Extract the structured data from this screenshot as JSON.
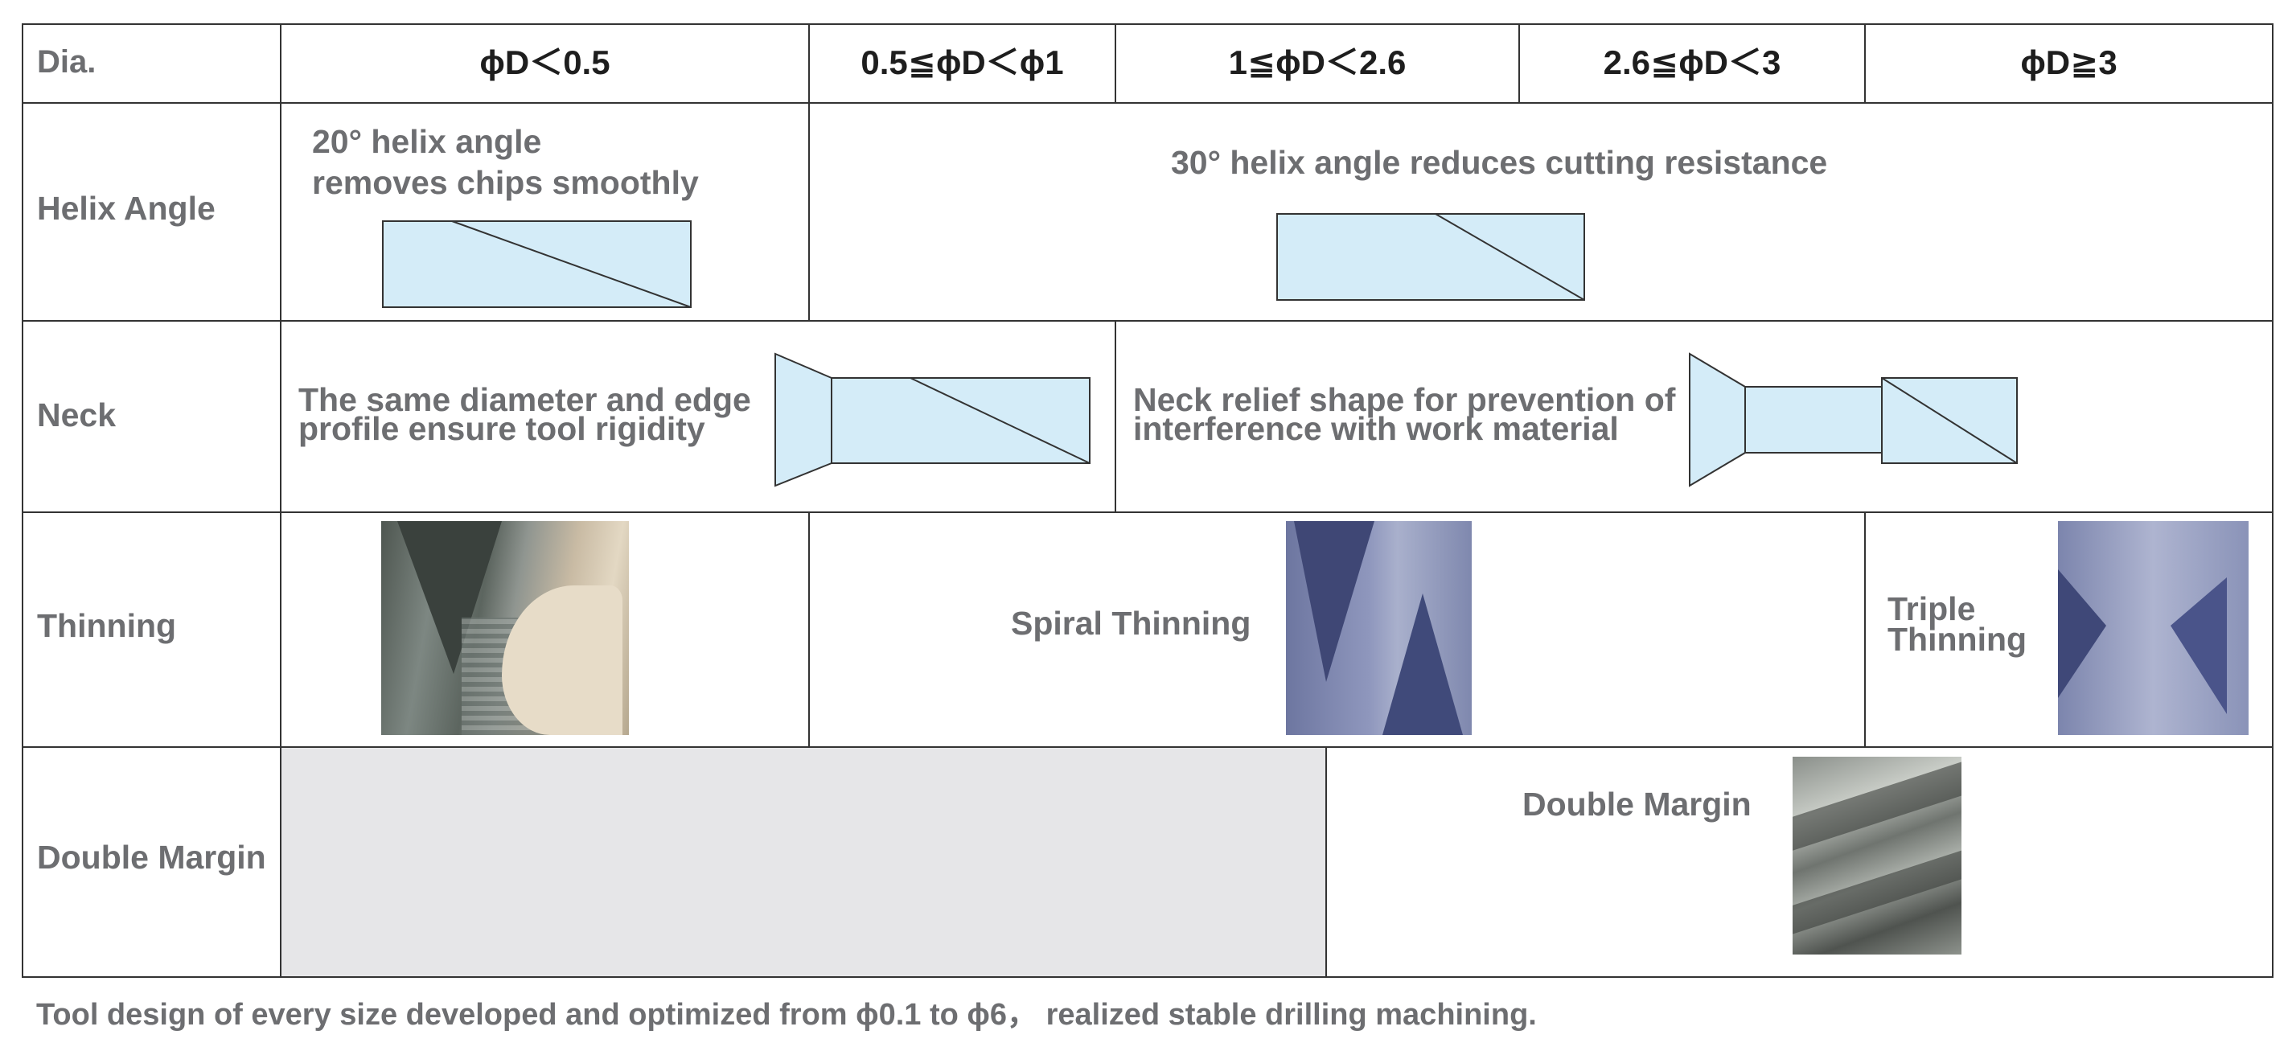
{
  "header": {
    "label": "Dia.",
    "columns": [
      "ϕD＜0.5",
      "0.5≦ϕD＜ϕ1",
      "1≦ϕD＜2.6",
      "2.6≦ϕD＜3",
      "ϕD≧3"
    ]
  },
  "rows": {
    "helix_angle": {
      "label": "Helix Angle",
      "small_line1": "20°  helix angle",
      "small_line2": "removes chips smoothly",
      "large": "30°  helix angle reduces cutting resistance"
    },
    "neck": {
      "label": "Neck",
      "left_line1": "The same diameter and edge",
      "left_line2": "profile ensure tool rigidity",
      "right_line1": "Neck relief shape for prevention of",
      "right_line2": "interference with work material"
    },
    "thinning": {
      "label": "Thinning",
      "spiral": "Spiral Thinning",
      "triple_line1": "Triple",
      "triple_line2": "Thinning"
    },
    "double_margin": {
      "label": "Double Margin",
      "cell": "Double Margin"
    }
  },
  "footer": "Tool design of every size developed and optimized from ϕ0.1 to ϕ6， realized stable drilling machining.",
  "colors": {
    "tool_fill": "#d4ecf8",
    "grid_line": "#333333",
    "text_gray": "#6d6e71",
    "header_text": "#1e1e1e",
    "empty_cell": "#e6e6e8"
  }
}
